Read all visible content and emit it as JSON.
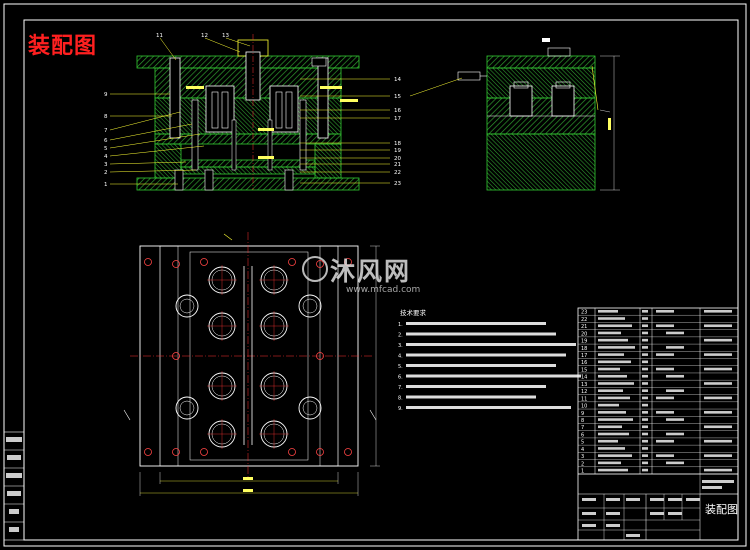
{
  "drawing": {
    "title": "装配图",
    "title_color": "#ff2020",
    "block_title": "装配图"
  },
  "watermark": {
    "brand": "沐风网",
    "url": "www.mfcad.com"
  },
  "colors": {
    "background": "#000000",
    "frame": "#ffffff",
    "hatch": "#33aa33",
    "centerline": "#ff3030",
    "leader": "#ffff40",
    "circle": "#ffffff"
  },
  "section_view": {
    "part_numbers_left": [
      "9",
      "8",
      "7",
      "6",
      "5",
      "4",
      "3",
      "2",
      "1"
    ],
    "part_numbers_top": [
      "11",
      "12",
      "13"
    ],
    "part_numbers_right": [
      "14",
      "15",
      "16",
      "17",
      "18",
      "19",
      "20",
      "21",
      "22",
      "23"
    ]
  },
  "tech_requirements": {
    "heading": "技术要求",
    "items": [
      "1.",
      "2.",
      "3.",
      "4.",
      "5.",
      "6.",
      "7.",
      "8.",
      "9."
    ]
  },
  "bom": {
    "rows": [
      "23",
      "22",
      "21",
      "20",
      "19",
      "18",
      "17",
      "16",
      "15",
      "14",
      "13",
      "12",
      "11",
      "10",
      "9",
      "8",
      "7",
      "6",
      "5",
      "4",
      "3",
      "2",
      "1"
    ]
  },
  "left_strip": {
    "labels": [
      "",
      "",
      "",
      "",
      "",
      ""
    ]
  }
}
